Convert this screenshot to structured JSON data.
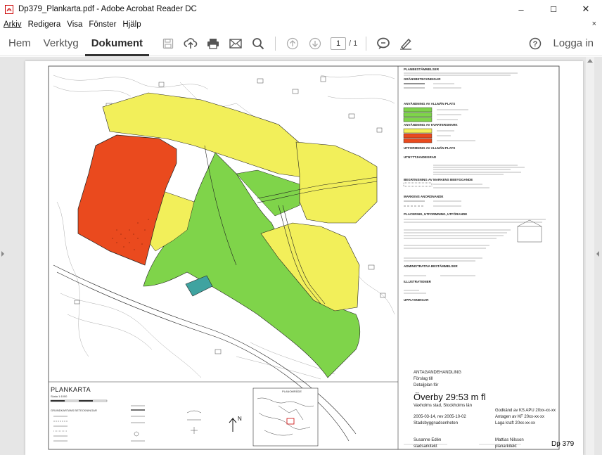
{
  "window": {
    "title": "Dp379_Plankarta.pdf - Adobe Acrobat Reader DC",
    "controls": {
      "minimize": "–",
      "maximize": "☐",
      "close": "✕"
    }
  },
  "menu": {
    "items": [
      "Arkiv",
      "Redigera",
      "Visa",
      "Fönster",
      "Hjälp"
    ],
    "close_glyph": "×"
  },
  "toolbar": {
    "tabs": [
      "Hem",
      "Verktyg",
      "Dokument"
    ],
    "active_tab": "Dokument",
    "icons": [
      "save-icon",
      "upload-cloud-icon",
      "print-icon",
      "email-icon",
      "search-icon",
      "page-up-icon",
      "page-down-icon",
      "comment-icon",
      "sign-icon"
    ],
    "page_current": "1",
    "page_total": "/ 1",
    "login_label": "Logga in",
    "help_icon": "help-icon"
  },
  "document": {
    "map_title": "PLANKARTA",
    "scale_text": "Skala 1:1000",
    "legend_heading": "GRUNDKARTANS BETECKNINGAR",
    "mini_map_title": "PLANOMRÅDE",
    "north": "N",
    "right_panel": {
      "h_planbestammelser": "PLANBESTÄMMELSER",
      "h_granser": "GRÄNSBETECKNINGAR",
      "h_anvandning": "ANVÄNDNING AV ALLMÄN PLATS",
      "h_kvartersmark": "ANVÄNDNING AV KVARTERSMARK",
      "h_utformning": "UTFORMNING AV ALLMÄN PLATS",
      "h_utnyttjande": "UTNYTTJANDEGRAD",
      "h_begransning": "BEGRÄNSNING AV MARKENS BEBYGGANDE",
      "h_markens": "MARKENS ANORDNANDE",
      "h_placering": "PLACERING, UTFORMNING, UTFÖRANDE",
      "h_admin": "ADMINISTRATIVA BESTÄMMELSER",
      "h_illustration": "ILLUSTRATIONER",
      "h_upplysning": "UPPLYSNINGAR",
      "antagande": "ANTAGANDEHANDLING",
      "forslag": "Förslag till",
      "detaljplan": "Detaljplan för",
      "title": "Överby 29:53 m fl",
      "location": "Vaxholms stad, Stockholms län",
      "dates": "2005-03-14, rev 2005-10-02",
      "office": "Stadsbyggnadsenheten",
      "godkand": "Godkänd av KS APU 20xx-xx-xx",
      "antagen": "Antagen av KF 20xx-xx-xx",
      "laga_kraft": "Laga kraft 20xx-xx-xx",
      "signer1_name": "Susanne Edén",
      "signer1_role": "stadsarkitekt",
      "signer2_name": "Mattias Nilsson",
      "signer2_role": "planarkitekt",
      "doc_id": "Dp 379"
    },
    "colors": {
      "natur": "#7fd44a",
      "residential": "#f2ef5a",
      "industry": "#ea4a1e",
      "teal": "#3fa3a0"
    }
  }
}
